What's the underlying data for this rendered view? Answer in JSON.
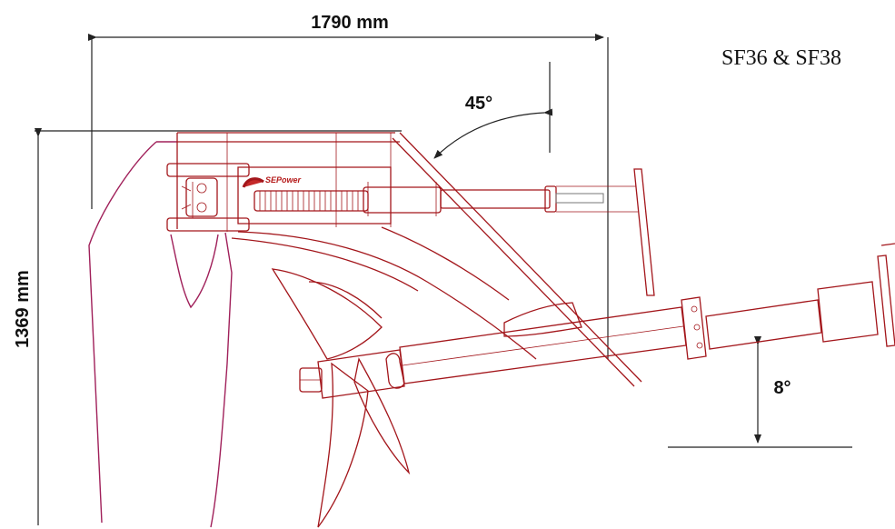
{
  "title": "SF36 & SF38",
  "dimensions": {
    "width": "1790 mm",
    "height": "1369 mm",
    "angle_top": "45°",
    "angle_bottom": "8°"
  },
  "logo": "SEPower",
  "colors": {
    "outline": "#a3161b",
    "hull": "#a0205a",
    "dimension": "#222222"
  }
}
